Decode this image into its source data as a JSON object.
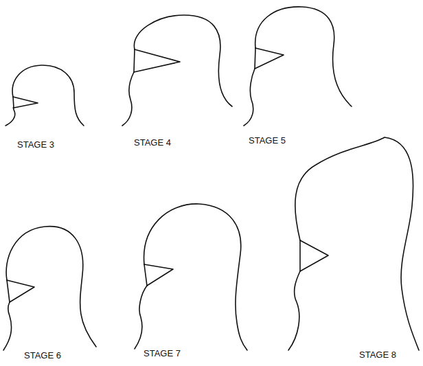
{
  "diagram": {
    "labels": [
      "STAGE 3",
      "STAGE 4",
      "STAGE 5",
      "STAGE 6",
      "STAGE 7",
      "STAGE 8"
    ]
  }
}
